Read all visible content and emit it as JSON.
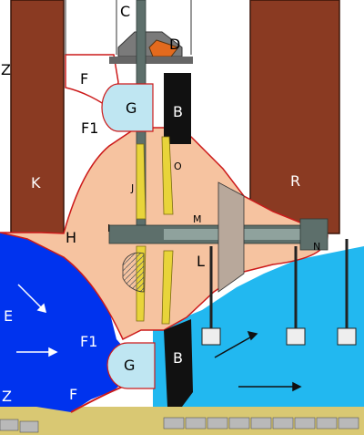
{
  "diagram": {
    "labels": {
      "C": "C",
      "D": "D",
      "Z_top": "Z",
      "F_top": "F",
      "G_top": "G",
      "B_top": "B",
      "F1_top": "F1",
      "O": "O",
      "K": "K",
      "R": "R",
      "J": "J",
      "H": "H",
      "I": "I",
      "M": "M",
      "N": "N",
      "L": "L",
      "E": "E",
      "F1_bottom": "F1",
      "G_bottom": "G",
      "B_bottom": "B",
      "Z_bottom": "Z",
      "F_bottom": "F"
    },
    "colors": {
      "wall": "#8a3a22",
      "wall_edge": "#3a1408",
      "head_water": "#0033ee",
      "tail_water": "#22b8f0",
      "runner_fill": "#f6c3a0",
      "outline_red": "#cc1a1a",
      "gate": "#bfe6f2",
      "black_plate": "#111111",
      "shaft": "#5d6f6b",
      "bearing": "#e36a1e",
      "yellow_part": "#e8d43a",
      "ground": "#d9c873",
      "stone": "#b8b8b8"
    }
  }
}
